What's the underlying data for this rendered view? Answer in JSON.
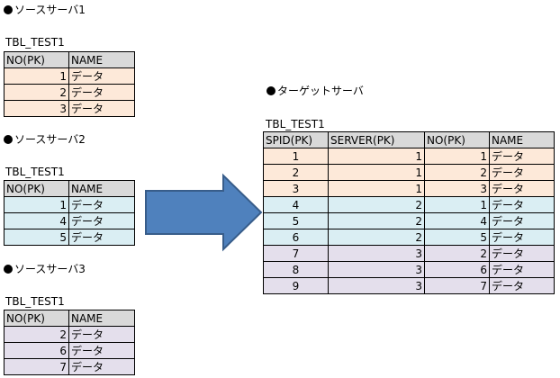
{
  "sources": [
    {
      "title": "ソースサーバ1",
      "table_name": "TBL_TEST1",
      "headers": [
        "NO(PK)",
        "NAME"
      ],
      "rows": [
        [
          "1",
          "データ"
        ],
        [
          "2",
          "データ"
        ],
        [
          "3",
          "データ"
        ]
      ]
    },
    {
      "title": "ソースサーバ2",
      "table_name": "TBL_TEST1",
      "headers": [
        "NO(PK)",
        "NAME"
      ],
      "rows": [
        [
          "1",
          "データ"
        ],
        [
          "4",
          "データ"
        ],
        [
          "5",
          "データ"
        ]
      ]
    },
    {
      "title": "ソースサーバ3",
      "table_name": "TBL_TEST1",
      "headers": [
        "NO(PK)",
        "NAME"
      ],
      "rows": [
        [
          "2",
          "データ"
        ],
        [
          "6",
          "データ"
        ],
        [
          "7",
          "データ"
        ]
      ]
    }
  ],
  "target": {
    "title": "ターゲットサーバ",
    "table_name": "TBL_TEST1",
    "headers": [
      "SPID(PK)",
      "SERVER(PK)",
      "NO(PK)",
      "NAME"
    ],
    "rows": [
      [
        "1",
        "1",
        "1",
        "データ"
      ],
      [
        "2",
        "1",
        "2",
        "データ"
      ],
      [
        "3",
        "1",
        "3",
        "データ"
      ],
      [
        "4",
        "2",
        "1",
        "データ"
      ],
      [
        "5",
        "2",
        "4",
        "データ"
      ],
      [
        "6",
        "2",
        "5",
        "データ"
      ],
      [
        "7",
        "3",
        "2",
        "データ"
      ],
      [
        "8",
        "3",
        "6",
        "データ"
      ],
      [
        "9",
        "3",
        "7",
        "データ"
      ]
    ]
  },
  "colors": {
    "server1_row": "#fde9d9",
    "server2_row": "#daeef3",
    "server3_row": "#e4dfec",
    "header": "#d9d9d9",
    "arrow_fill": "#4f81bd",
    "arrow_stroke": "#385d8a"
  }
}
